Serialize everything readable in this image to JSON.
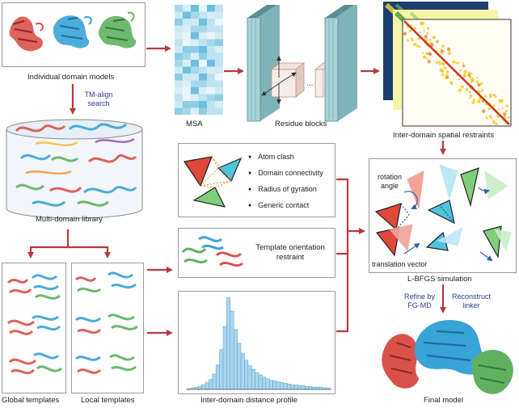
{
  "domain_models": {
    "label": "Individual domain models"
  },
  "search": {
    "label_line1": "TM-align",
    "label_line2": "search"
  },
  "library": {
    "label": "Multi-domain library"
  },
  "msa": {
    "label": "MSA"
  },
  "residue": {
    "label": "Residue blocks",
    "ellipsis": "..."
  },
  "restraints": {
    "label": "Inter-domain spatial restraints"
  },
  "energy_terms": {
    "items": [
      "Atom clash",
      "Domain connectivity",
      "Radius of gyration",
      "Generic contact"
    ]
  },
  "template_orientation": {
    "label_line1": "Template orientation",
    "label_line2": "restraint"
  },
  "distance_profile": {
    "label": "Inter-domain distance profile"
  },
  "global_templates": {
    "label": "Global templates"
  },
  "local_templates": {
    "label": "Local templates"
  },
  "lbfgs": {
    "label": "L-BFGS simulation",
    "rotation_line1": "rotation",
    "rotation_line2": "angle",
    "translation": "translation vector"
  },
  "refine": {
    "label_line1": "Refine by",
    "label_line2": "FG-MD"
  },
  "reconstruct": {
    "label_line1": "Reconstruct",
    "label_line2": "linker"
  },
  "final_model": {
    "label": "Final model"
  },
  "histogram": {
    "values": [
      1,
      2,
      3,
      4,
      6,
      9,
      13,
      20,
      32,
      52,
      82,
      120,
      102,
      78,
      60,
      47,
      38,
      31,
      26,
      22,
      19,
      16,
      14,
      12,
      11,
      10,
      9,
      8,
      7,
      6,
      6,
      5,
      5,
      4,
      4,
      3,
      3,
      3,
      2,
      2
    ]
  },
  "colors": {
    "arrow": "#b83a3a",
    "domain_red": "#d9524a",
    "domain_blue": "#3aa3d6",
    "domain_green": "#5fb160",
    "label_blue": "#2b3a8f",
    "hist_bar": "#a9d6ef"
  }
}
